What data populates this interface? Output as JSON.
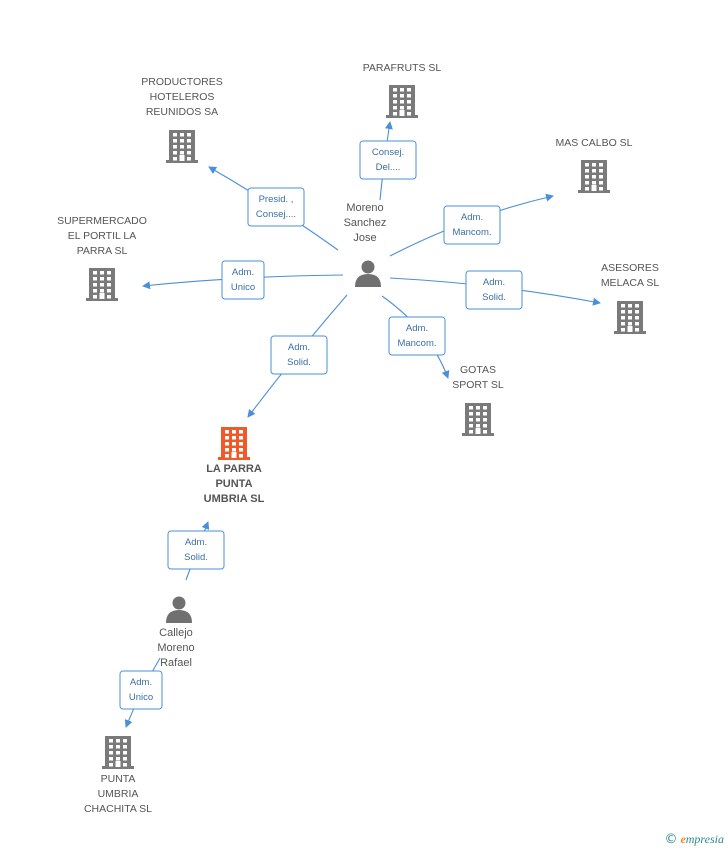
{
  "colors": {
    "building": "#7a7a7a",
    "building_main": "#f05a28",
    "person": "#707070",
    "edge": "#4a90d9"
  },
  "persons": [
    {
      "id": "moreno",
      "lines": [
        "Moreno",
        "Sanchez",
        "Jose"
      ]
    },
    {
      "id": "callejo",
      "lines": [
        "Callejo",
        "Moreno",
        "Rafael"
      ]
    }
  ],
  "companies": [
    {
      "id": "parafruts",
      "lines": [
        "PARAFRUTS  SL"
      ],
      "main": false
    },
    {
      "id": "productores",
      "lines": [
        "PRODUCTORES",
        "HOTELEROS",
        "REUNIDOS SA"
      ],
      "main": false
    },
    {
      "id": "mascalbo",
      "lines": [
        "MAS CALBO SL"
      ],
      "main": false
    },
    {
      "id": "supermercado",
      "lines": [
        "SUPERMERCADO",
        "EL PORTIL LA",
        "PARRA  SL"
      ],
      "main": false
    },
    {
      "id": "asesores",
      "lines": [
        "ASESORES",
        "MELACA SL"
      ],
      "main": false
    },
    {
      "id": "gotas",
      "lines": [
        "GOTAS",
        "SPORT SL"
      ],
      "main": false
    },
    {
      "id": "laparra",
      "lines": [
        "LA PARRA",
        "PUNTA",
        "UMBRIA SL"
      ],
      "main": true
    },
    {
      "id": "chachita",
      "lines": [
        "PUNTA",
        "UMBRIA",
        "CHACHITA SL"
      ],
      "main": false
    }
  ],
  "edges": [
    {
      "from": "moreno",
      "to": "parafruts",
      "lines": [
        "Consej.",
        "Del...."
      ]
    },
    {
      "from": "moreno",
      "to": "productores",
      "lines": [
        "Presid. ,",
        "Consej...."
      ]
    },
    {
      "from": "moreno",
      "to": "mascalbo",
      "lines": [
        "Adm.",
        "Mancom."
      ]
    },
    {
      "from": "moreno",
      "to": "supermercado",
      "lines": [
        "Adm.",
        "Unico"
      ]
    },
    {
      "from": "moreno",
      "to": "asesores",
      "lines": [
        "Adm.",
        "Solid."
      ]
    },
    {
      "from": "moreno",
      "to": "gotas",
      "lines": [
        "Adm.",
        "Mancom."
      ]
    },
    {
      "from": "moreno",
      "to": "laparra",
      "lines": [
        "Adm.",
        "Solid."
      ]
    },
    {
      "from": "callejo",
      "to": "laparra",
      "lines": [
        "Adm.",
        "Solid."
      ]
    },
    {
      "from": "callejo",
      "to": "chachita",
      "lines": [
        "Adm.",
        "Unico"
      ]
    }
  ],
  "brand": {
    "copyright": "©",
    "name_first": "e",
    "name_rest": "mpresia"
  }
}
